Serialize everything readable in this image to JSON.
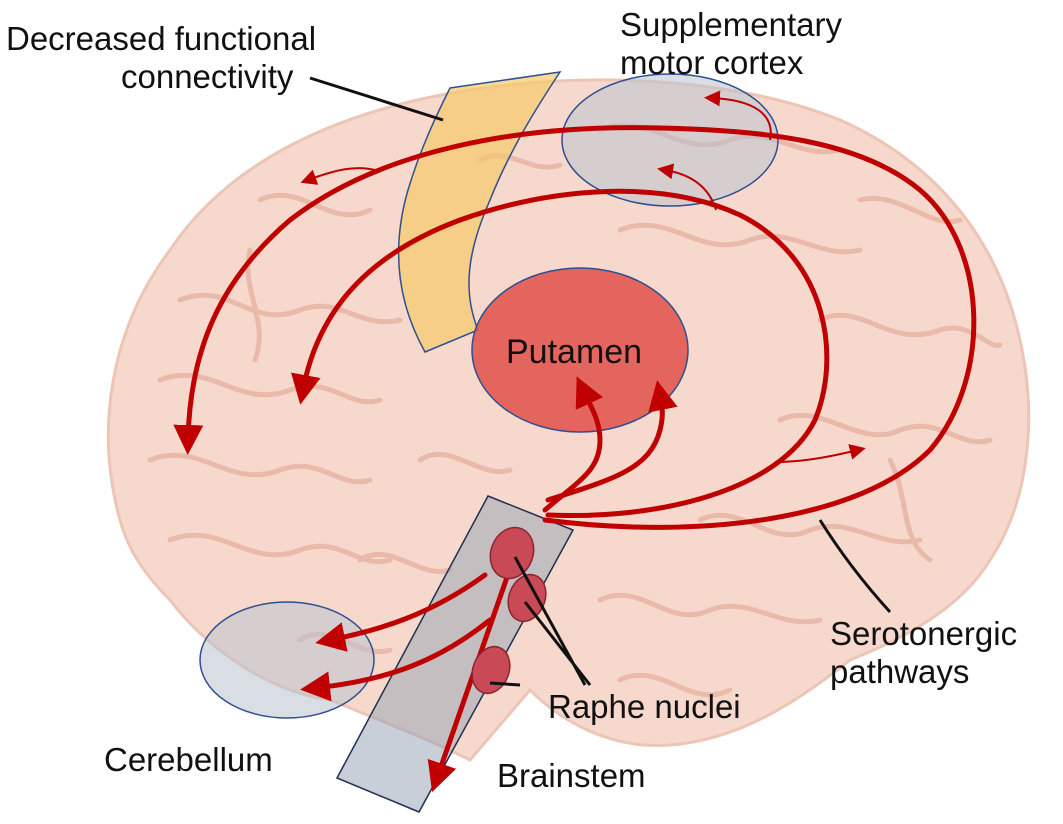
{
  "labels": {
    "decreased_connectivity_line1": "Decreased functional",
    "decreased_connectivity_line2": "connectivity",
    "supplementary_line1": "Supplementary",
    "supplementary_line2": "motor cortex",
    "putamen": "Putamen",
    "serotonergic_line1": "Serotonergic",
    "serotonergic_line2": "pathways",
    "raphe_nuclei": "Raphe nuclei",
    "cerebellum": "Cerebellum",
    "brainstem": "Brainstem"
  },
  "colors": {
    "brain_fill": "#f6d9cc",
    "brain_sulci": "#e7b4a5",
    "pathway": "#c00000",
    "putamen_fill": "#e0504a",
    "connectivity_band": "#f7c96a",
    "region_overlay": "#b9c3cf",
    "outline": "#2f4f8f"
  }
}
